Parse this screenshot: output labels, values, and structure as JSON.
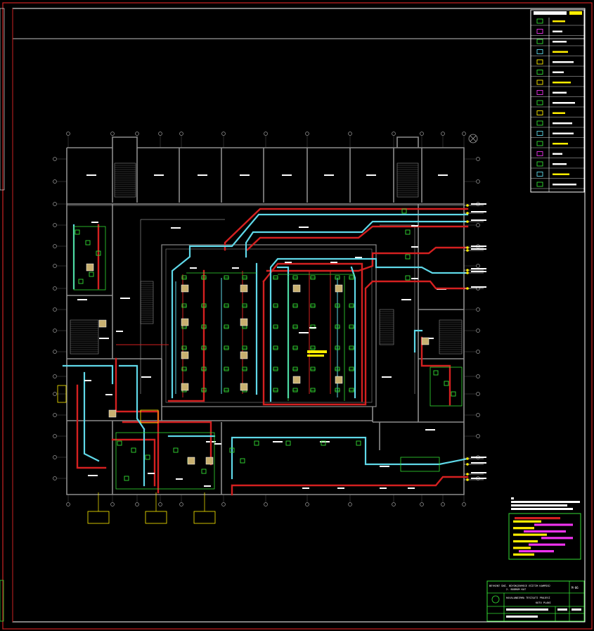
{
  "drawing": {
    "title_block": {
      "line1": "BEYKENT ÜNİ. BÜYÜKÇEKMECE EĞİTİM KAMPÜSÜ",
      "line2": "2. BODRUM KAT",
      "line3": "HAVALANDIRMA TESİSATI PROJESİ",
      "line4": "KOTU PLANI",
      "sheet_no": "M-06"
    },
    "legend_rows": 17,
    "colors": {
      "background": "#000000",
      "border": "#cc2222",
      "wall": "#8c8c8c",
      "supply_duct": "#5fd8e8",
      "return_duct": "#d42020",
      "equipment": "#33dd33",
      "note": "#ffee00",
      "magenta": "#ee33ee"
    }
  }
}
